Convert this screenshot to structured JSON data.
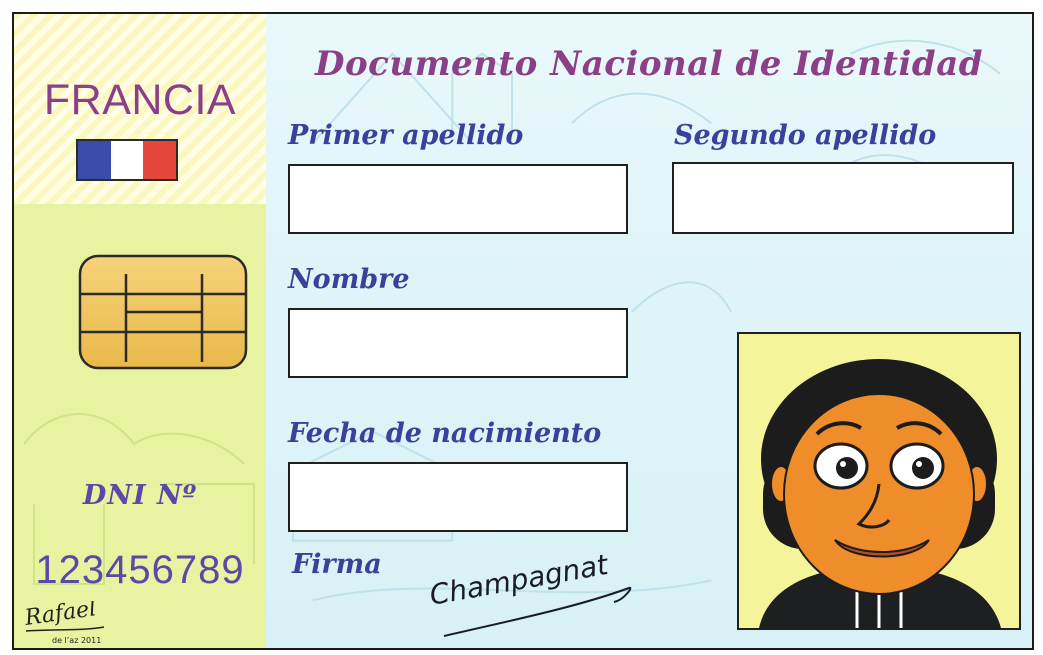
{
  "country": "FRANCIA",
  "title": "Documento Nacional de Identidad",
  "flag_colors": [
    "#3b4ca8",
    "#ffffff",
    "#e5463c"
  ],
  "labels": {
    "primer_apellido": "Primer apellido",
    "segundo_apellido": "Segundo apellido",
    "nombre": "Nombre",
    "fecha_nacimiento": "Fecha de nacimiento",
    "firma": "Firma"
  },
  "dni_label": "DNI Nº",
  "dni_number": "123456789",
  "signature": "Champagnat",
  "author": {
    "name": "Rafael",
    "credit": "de l’az 2011"
  },
  "colors": {
    "title": "#8b3f86",
    "labels": "#3c3f9b",
    "left_panel": "#e7f3a0",
    "photo_bg": "#f4f59a",
    "skin": "#ef8d2a"
  }
}
